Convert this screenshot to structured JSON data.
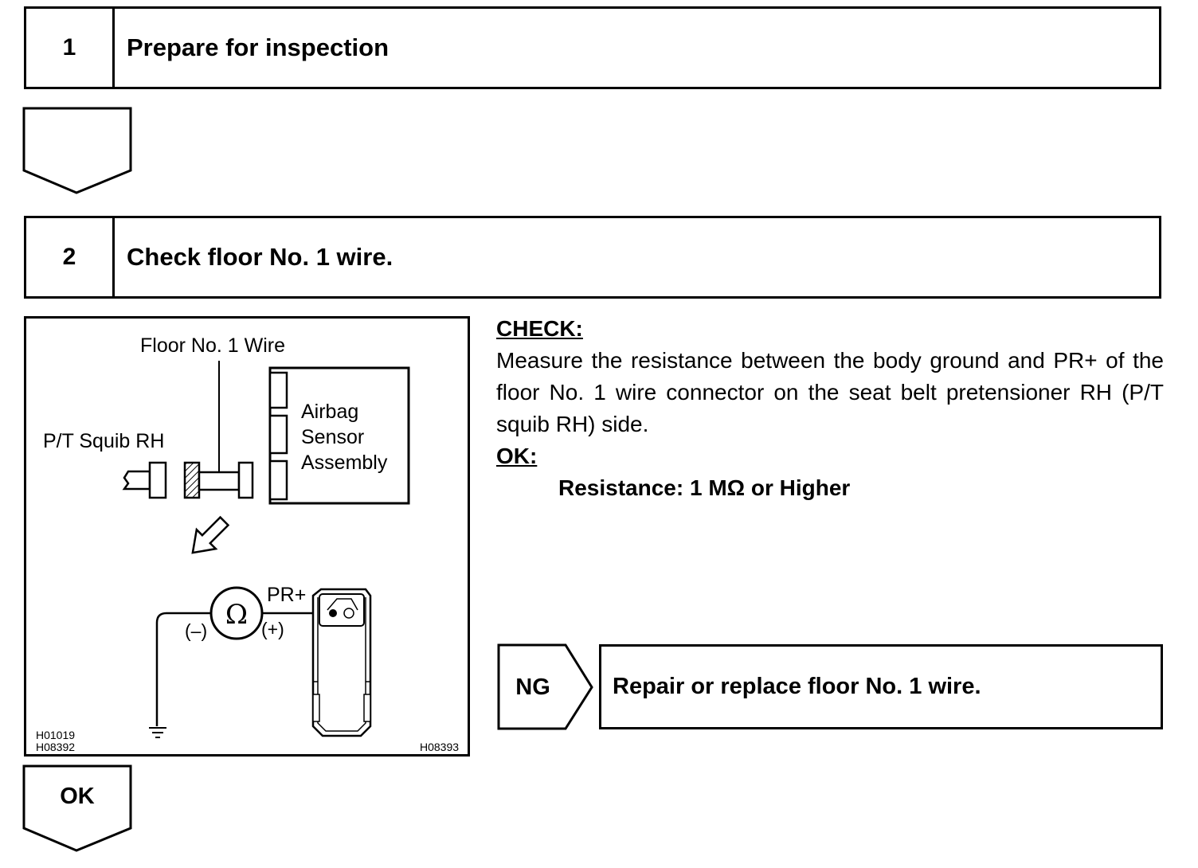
{
  "step1": {
    "number": "1",
    "title": "Prepare for inspection"
  },
  "step2": {
    "number": "2",
    "title": "Check floor No. 1 wire."
  },
  "figure": {
    "wire_label": "Floor No. 1 Wire",
    "squib_label": "P/T Squib RH",
    "sensor_label_line1": "Airbag",
    "sensor_label_line2": "Sensor",
    "sensor_label_line3": "Assembly",
    "meter_symbol": "Ω",
    "terminal_label": "PR+",
    "minus_label": "(–)",
    "plus_label": "(+)",
    "code_1": "H01019",
    "code_2": "H08392",
    "code_3": "H08393"
  },
  "check": {
    "heading": "CHECK:",
    "body": "Measure the resistance between the body ground and PR+ of the floor No. 1 wire connector on the seat belt pretensioner RH (P/T squib RH) side.",
    "ok_heading": "OK:",
    "spec": "Resistance: 1 MΩ or Higher"
  },
  "ng": {
    "label": "NG",
    "action": "Repair or replace floor No. 1 wire."
  },
  "ok": {
    "label": "OK"
  }
}
